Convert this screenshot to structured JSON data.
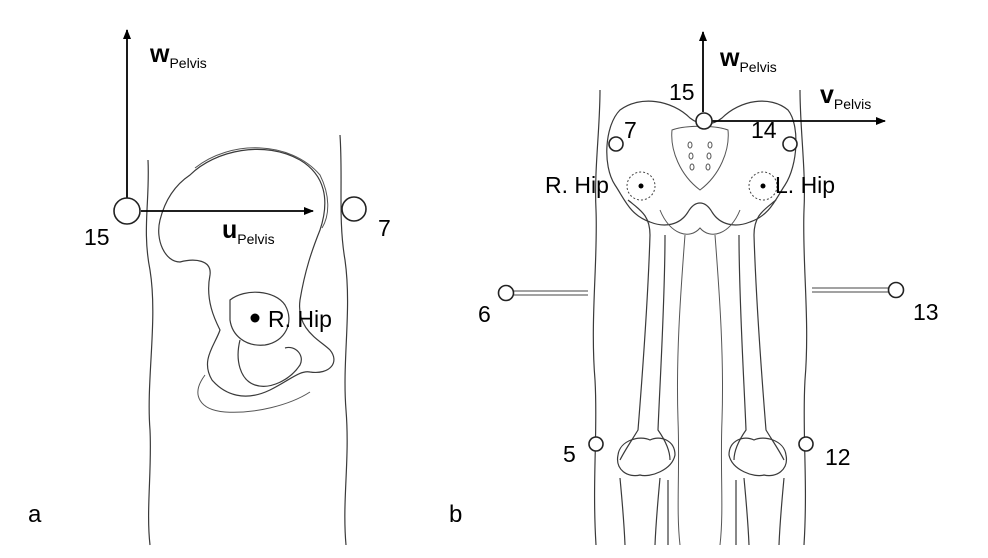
{
  "panel_a": {
    "letter": "a",
    "markers": [
      "15",
      "7"
    ],
    "hip_label": "R. Hip",
    "axes": {
      "w": {
        "symbol": "w",
        "subscript": "Pelvis"
      },
      "u": {
        "symbol": "u",
        "subscript": "Pelvis"
      }
    }
  },
  "panel_b": {
    "letter": "b",
    "markers": [
      "15",
      "7",
      "14",
      "6",
      "13",
      "5",
      "12"
    ],
    "hip_labels": [
      "R. Hip",
      "L. Hip"
    ],
    "axes": {
      "w": {
        "symbol": "w",
        "subscript": "Pelvis"
      },
      "v": {
        "symbol": "v",
        "subscript": "Pelvis"
      }
    }
  }
}
